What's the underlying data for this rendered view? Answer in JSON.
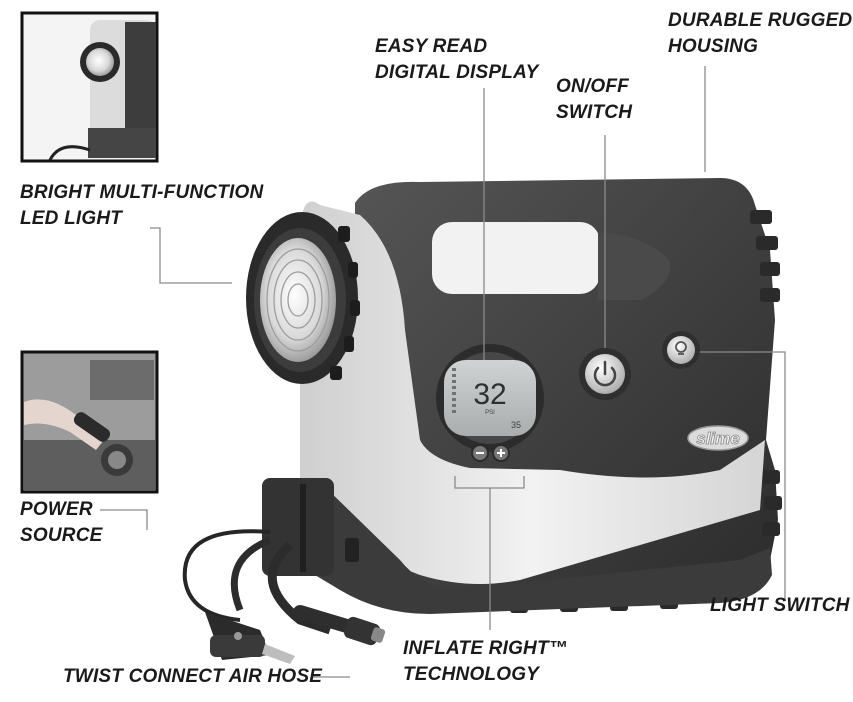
{
  "callouts": {
    "easy_read_display": [
      "EASY READ",
      "DIGITAL DISPLAY"
    ],
    "durable_housing": [
      "DURABLE RUGGED",
      "HOUSING"
    ],
    "on_off_switch": [
      "ON/OFF",
      "SWITCH"
    ],
    "led_light": [
      "BRIGHT MULTI-FUNCTION",
      "LED LIGHT"
    ],
    "power_source": [
      "POWER",
      "SOURCE"
    ],
    "light_switch": [
      "LIGHT SWITCH"
    ],
    "inflate_right": [
      "INFLATE RIGHT™",
      "TECHNOLOGY"
    ],
    "air_hose": [
      "TWIST CONNECT AIR HOSE"
    ]
  },
  "device": {
    "display_reading": "32",
    "display_unit": "PSI",
    "display_small": "35",
    "brand": "slime"
  },
  "colors": {
    "housing_dark": "#3a3a3a",
    "housing_light": "#e6e6e6",
    "leader_line": "#8a8a8a",
    "label_text": "#1a1a1a"
  }
}
